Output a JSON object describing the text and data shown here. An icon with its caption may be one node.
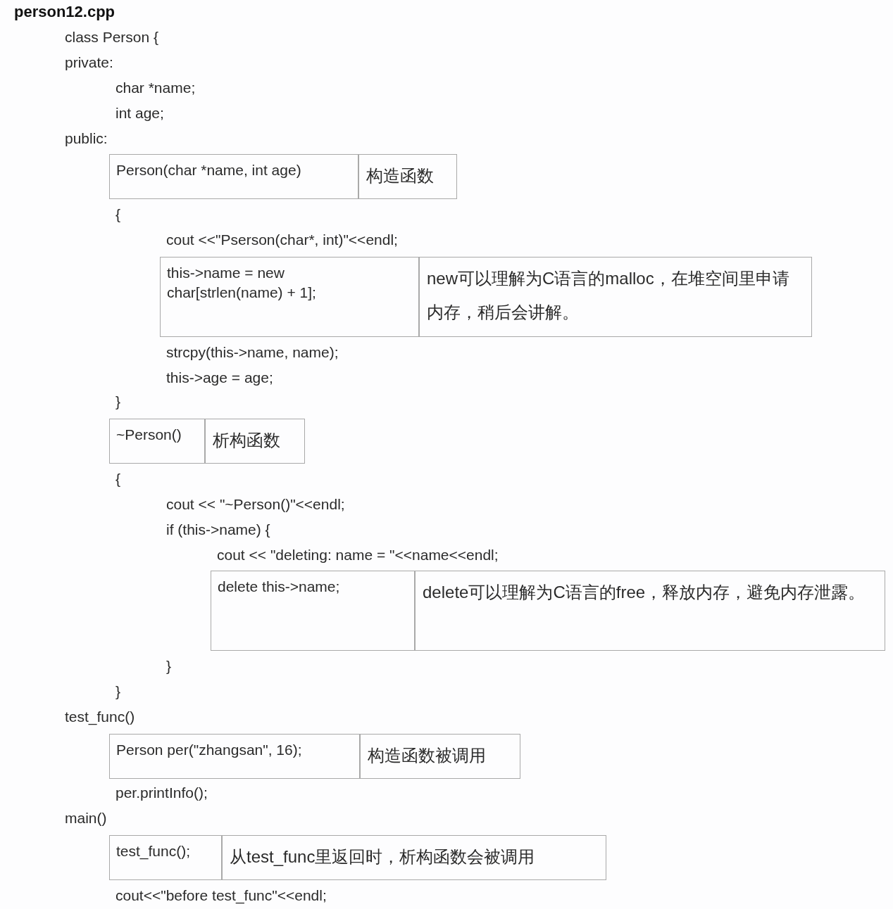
{
  "diagram": {
    "title": "person12.cpp",
    "nodes": [
      {
        "text": [
          "Person(char *name, int age)"
        ]
      },
      {
        "text": [
          "构造函数"
        ]
      },
      {
        "text": [
          "this->name = new char[strlen(name) + 1];"
        ]
      },
      {
        "text": [
          "new可以理解为C语言的malloc，在堆空间里申请内存，稍后会讲解。"
        ]
      },
      {
        "text": [
          "~Person()"
        ]
      },
      {
        "text": [
          "析构函数"
        ]
      },
      {
        "text": [
          "delete this->name;"
        ]
      },
      {
        "text": [
          "delete可以理解为C语言的free，释放内存，避免内存泄露。"
        ]
      },
      {
        "text": [
          "Person per(\"zhangsan\", 16);"
        ]
      },
      {
        "text": [
          "构造函数被调用"
        ]
      },
      {
        "text": [
          "test_func();"
        ]
      },
      {
        "text": [
          "从test_func里返回时，析构函数会被调用"
        ]
      }
    ],
    "labels": [
      "class Person {",
      "private:",
      "char *name;",
      "int age;",
      "public:",
      "{",
      "cout <<\"Pserson(char*, int)\"<<endl;",
      "strcpy(this->name, name);",
      "this->age = age;",
      "}",
      "{",
      "cout << \"~Person()\"<<endl;",
      "if (this->name) {",
      "cout << \"deleting: name = \"<<name<<endl;",
      "}",
      "}",
      "test_func()",
      "per.printInfo();",
      "main()",
      "cout<<\"before test_func\"<<endl;"
    ]
  }
}
